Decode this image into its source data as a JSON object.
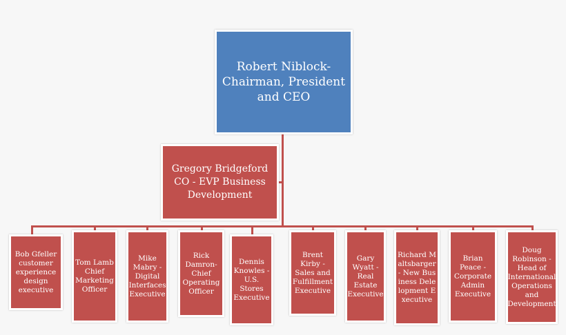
{
  "colors": {
    "ceo": "#4f81bd",
    "staff": "#c0504d",
    "connector": "#c0504d"
  },
  "ceo": {
    "label": "Robert Niblock- Chairman, President and CEO"
  },
  "evp": {
    "label": "Gregory Bridgeford CO - EVP Business Development"
  },
  "executives": [
    {
      "label": "Bob Gfeller customer experience design executive"
    },
    {
      "label": "Tom Lamb Chief Marketing Officer"
    },
    {
      "label": "Mike Mabry - Digital Interfaces Executive"
    },
    {
      "label": "Rick Damron- Chief Operating Officer"
    },
    {
      "label": "Dennis Knowles - U.S. Stores Executive"
    },
    {
      "label": "Brent Kirby - Sales and Fulfillment Executive"
    },
    {
      "label": "Gary Wyatt - Real Estate Executive"
    },
    {
      "label": "Richard Maltsbarger - New Business Delelopment Executive"
    },
    {
      "label": "Brian Peace - Corporate Admin Executive"
    },
    {
      "label": "Doug Robinson - Head of International Operations and Development"
    }
  ]
}
